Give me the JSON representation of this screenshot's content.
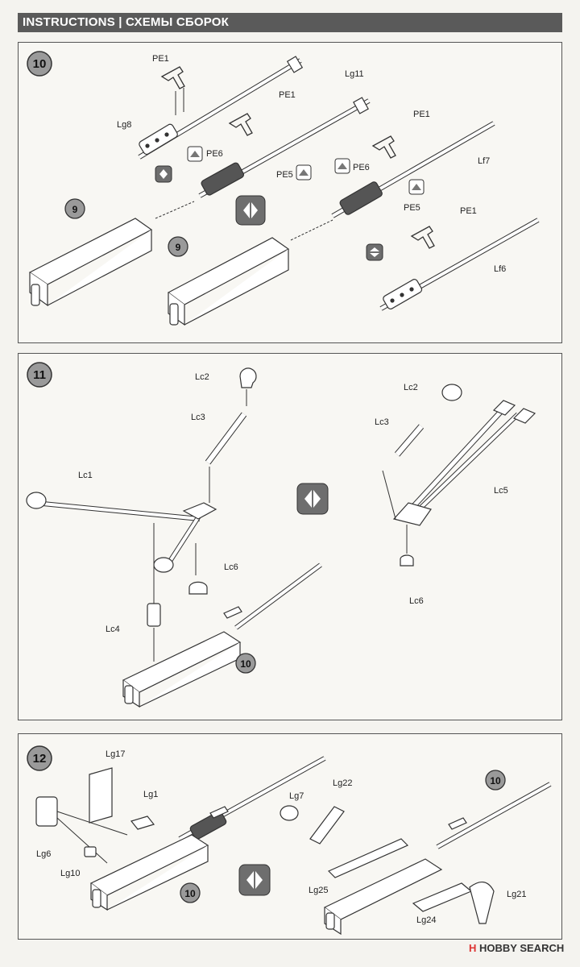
{
  "header": {
    "title": "INSTRUCTIONS | СХЕМЫ СБОРОК"
  },
  "steps": [
    {
      "number": "10",
      "labels": {
        "pe1_a": "PE1",
        "lg8": "Lg8",
        "lg11": "Lg11",
        "pe1_b": "PE1",
        "pe6_a": "PE6",
        "pe5_a": "PE5",
        "pe1_c": "PE1",
        "lf7": "Lf7",
        "pe6_b": "PE6",
        "pe5_b": "PE5",
        "pe1_d": "PE1",
        "lf6": "Lf6"
      },
      "sub_refs": [
        "9",
        "9"
      ]
    },
    {
      "number": "11",
      "labels": {
        "lc2_a": "Lc2",
        "lc3_a": "Lc3",
        "lc1": "Lc1",
        "lc6_a": "Lc6",
        "lc4": "Lc4",
        "lc2_b": "Lc2",
        "lc3_b": "Lc3",
        "lc5": "Lc5",
        "lc6_b": "Lc6"
      },
      "sub_refs": [
        "10"
      ]
    },
    {
      "number": "12",
      "labels": {
        "lg17": "Lg17",
        "lg1": "Lg1",
        "lg6": "Lg6",
        "lg10": "Lg10",
        "lg7": "Lg7",
        "lg22": "Lg22",
        "lg25": "Lg25",
        "lg24": "Lg24",
        "lg21": "Lg21"
      },
      "sub_refs": [
        "10",
        "10"
      ]
    }
  ],
  "footer": {
    "brand_prefix": "H",
    "brand": "HOBBY SEARCH"
  },
  "colors": {
    "header_bg": "#5a5a5a",
    "badge_fill": "#9a9a9a",
    "icon_fill": "#6e6e6e"
  },
  "icons": [
    "alternative-version-icon",
    "glue-icon",
    "paint-icon"
  ]
}
